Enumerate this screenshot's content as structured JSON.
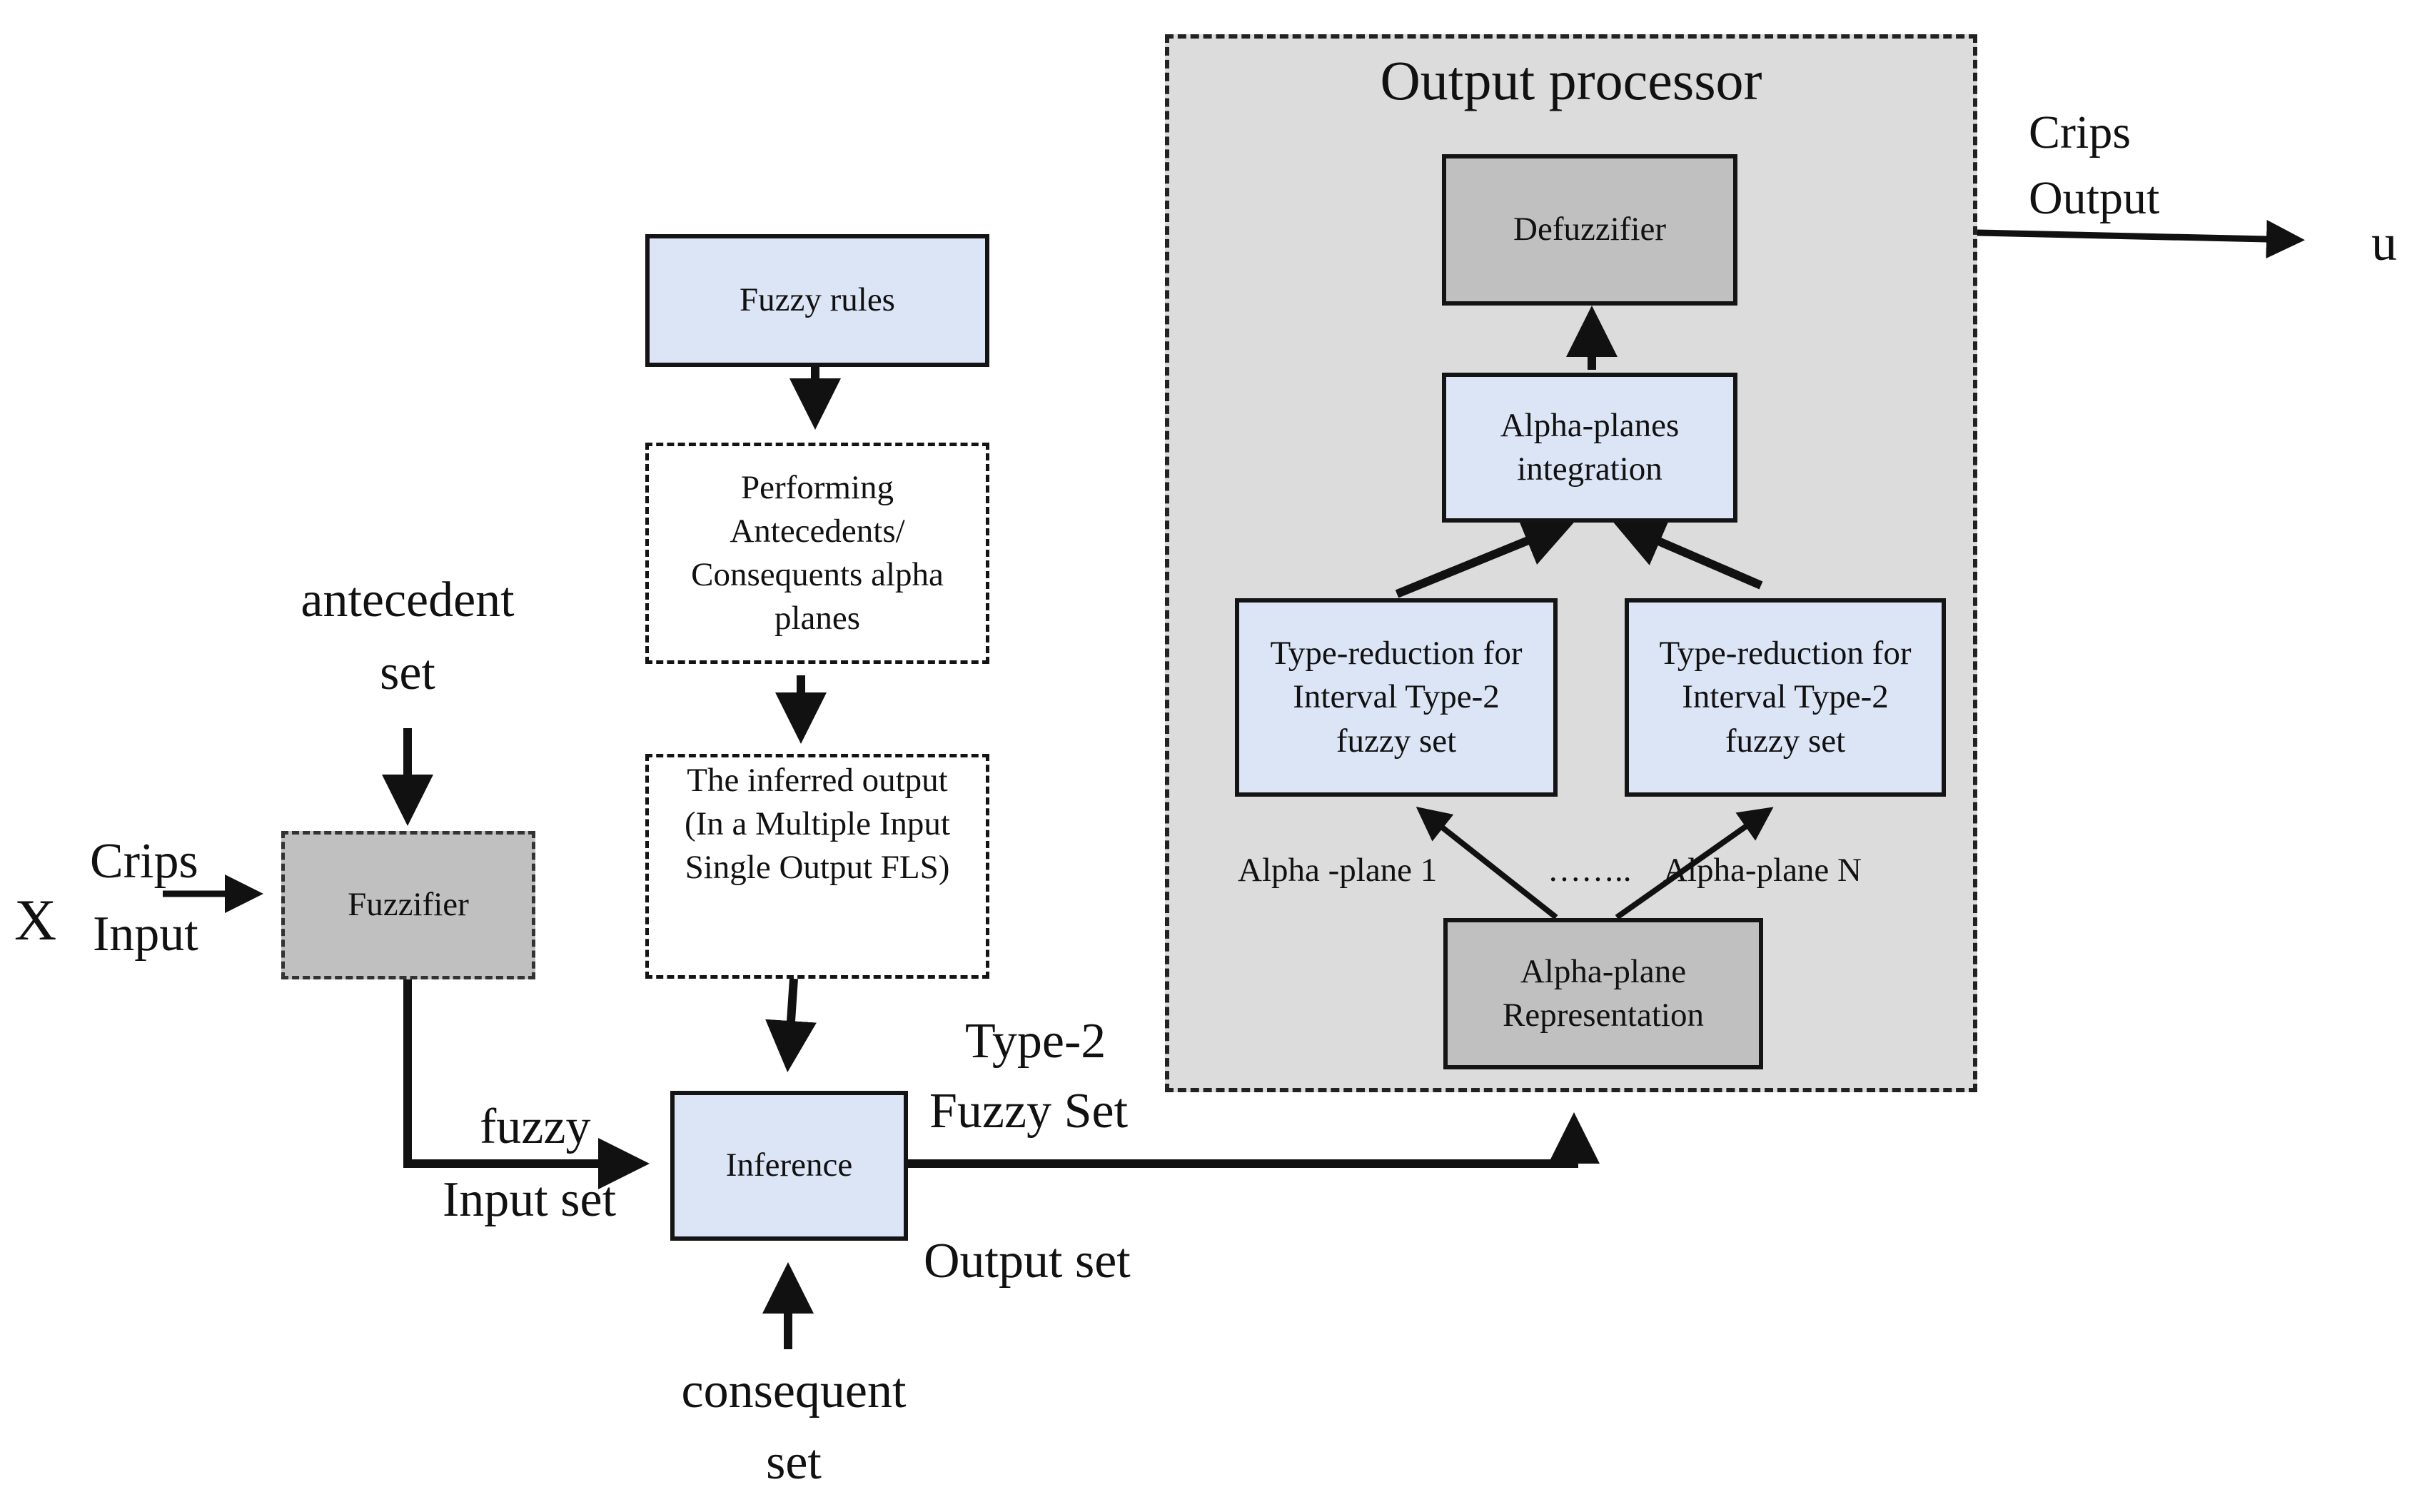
{
  "panel": {
    "title": "Output processor"
  },
  "boxes": {
    "fuzzy_rules": "Fuzzy rules",
    "alpha_planes": "Performing Antecedents/ Consequents alpha planes",
    "inferred_output": "The inferred output (In a Multiple Input Single Output FLS)",
    "fuzzifier": "Fuzzifier",
    "inference": "Inference",
    "defuzzifier": "Defuzzifier",
    "integration": "Alpha-planes integration",
    "type_reduction_1": "Type-reduction for Interval Type-2 fuzzy set",
    "type_reduction_2": "Type-reduction for Interval Type-2 fuzzy set",
    "representation": "Alpha-plane Representation"
  },
  "labels": {
    "x": "X",
    "crips_input_1": "Crips",
    "crips_input_2": "Input",
    "antecedent_1": "antecedent",
    "antecedent_2": "set",
    "fuzzy_1": "fuzzy",
    "fuzzy_2": "Input set",
    "type2_1": "Type-2",
    "type2_2": "Fuzzy Set",
    "output_set": "Output set",
    "consequent_1": "consequent",
    "consequent_2": "set",
    "crips_output_1": "Crips",
    "crips_output_2": "Output",
    "u": "u",
    "alpha_plane_1": "Alpha -plane  1",
    "dots": "……..",
    "alpha_plane_n": "Alpha-plane N"
  }
}
